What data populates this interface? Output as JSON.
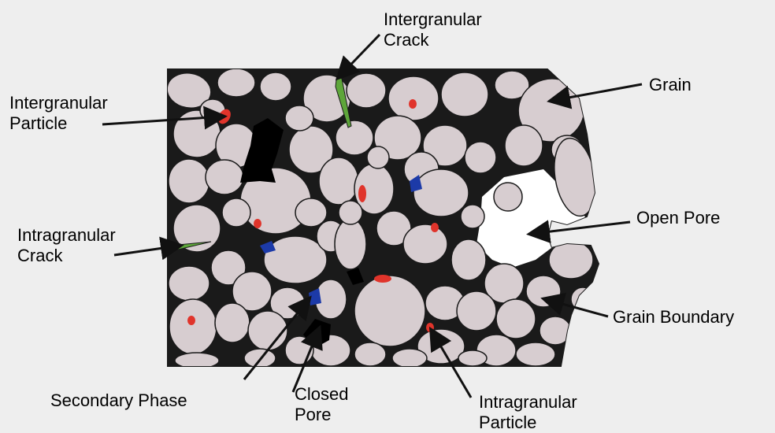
{
  "labels": {
    "intergranular_crack": [
      "Intergranular",
      "Crack"
    ],
    "intergranular_particle": [
      "Intergranular",
      "Particle"
    ],
    "grain": [
      "Grain"
    ],
    "intragranular_crack": [
      "Intragranular",
      "Crack"
    ],
    "open_pore": [
      "Open Pore"
    ],
    "grain_boundary": [
      "Grain Boundary"
    ],
    "secondary_phase": [
      "Secondary Phase"
    ],
    "closed_pore": [
      "Closed",
      "Pore"
    ],
    "intragranular_particle": [
      "Intragranular",
      "Particle"
    ]
  },
  "colors": {
    "background": "#eeeeee",
    "grain_fill": "#d7cdd0",
    "grain_boundary": "#1a1a1a",
    "pore_black": "#000000",
    "particle_red": "#e0342b",
    "secondary_phase_blue": "#1c3aa8",
    "crack_green": "#5ea63a",
    "open_pore": "#ffffff"
  }
}
